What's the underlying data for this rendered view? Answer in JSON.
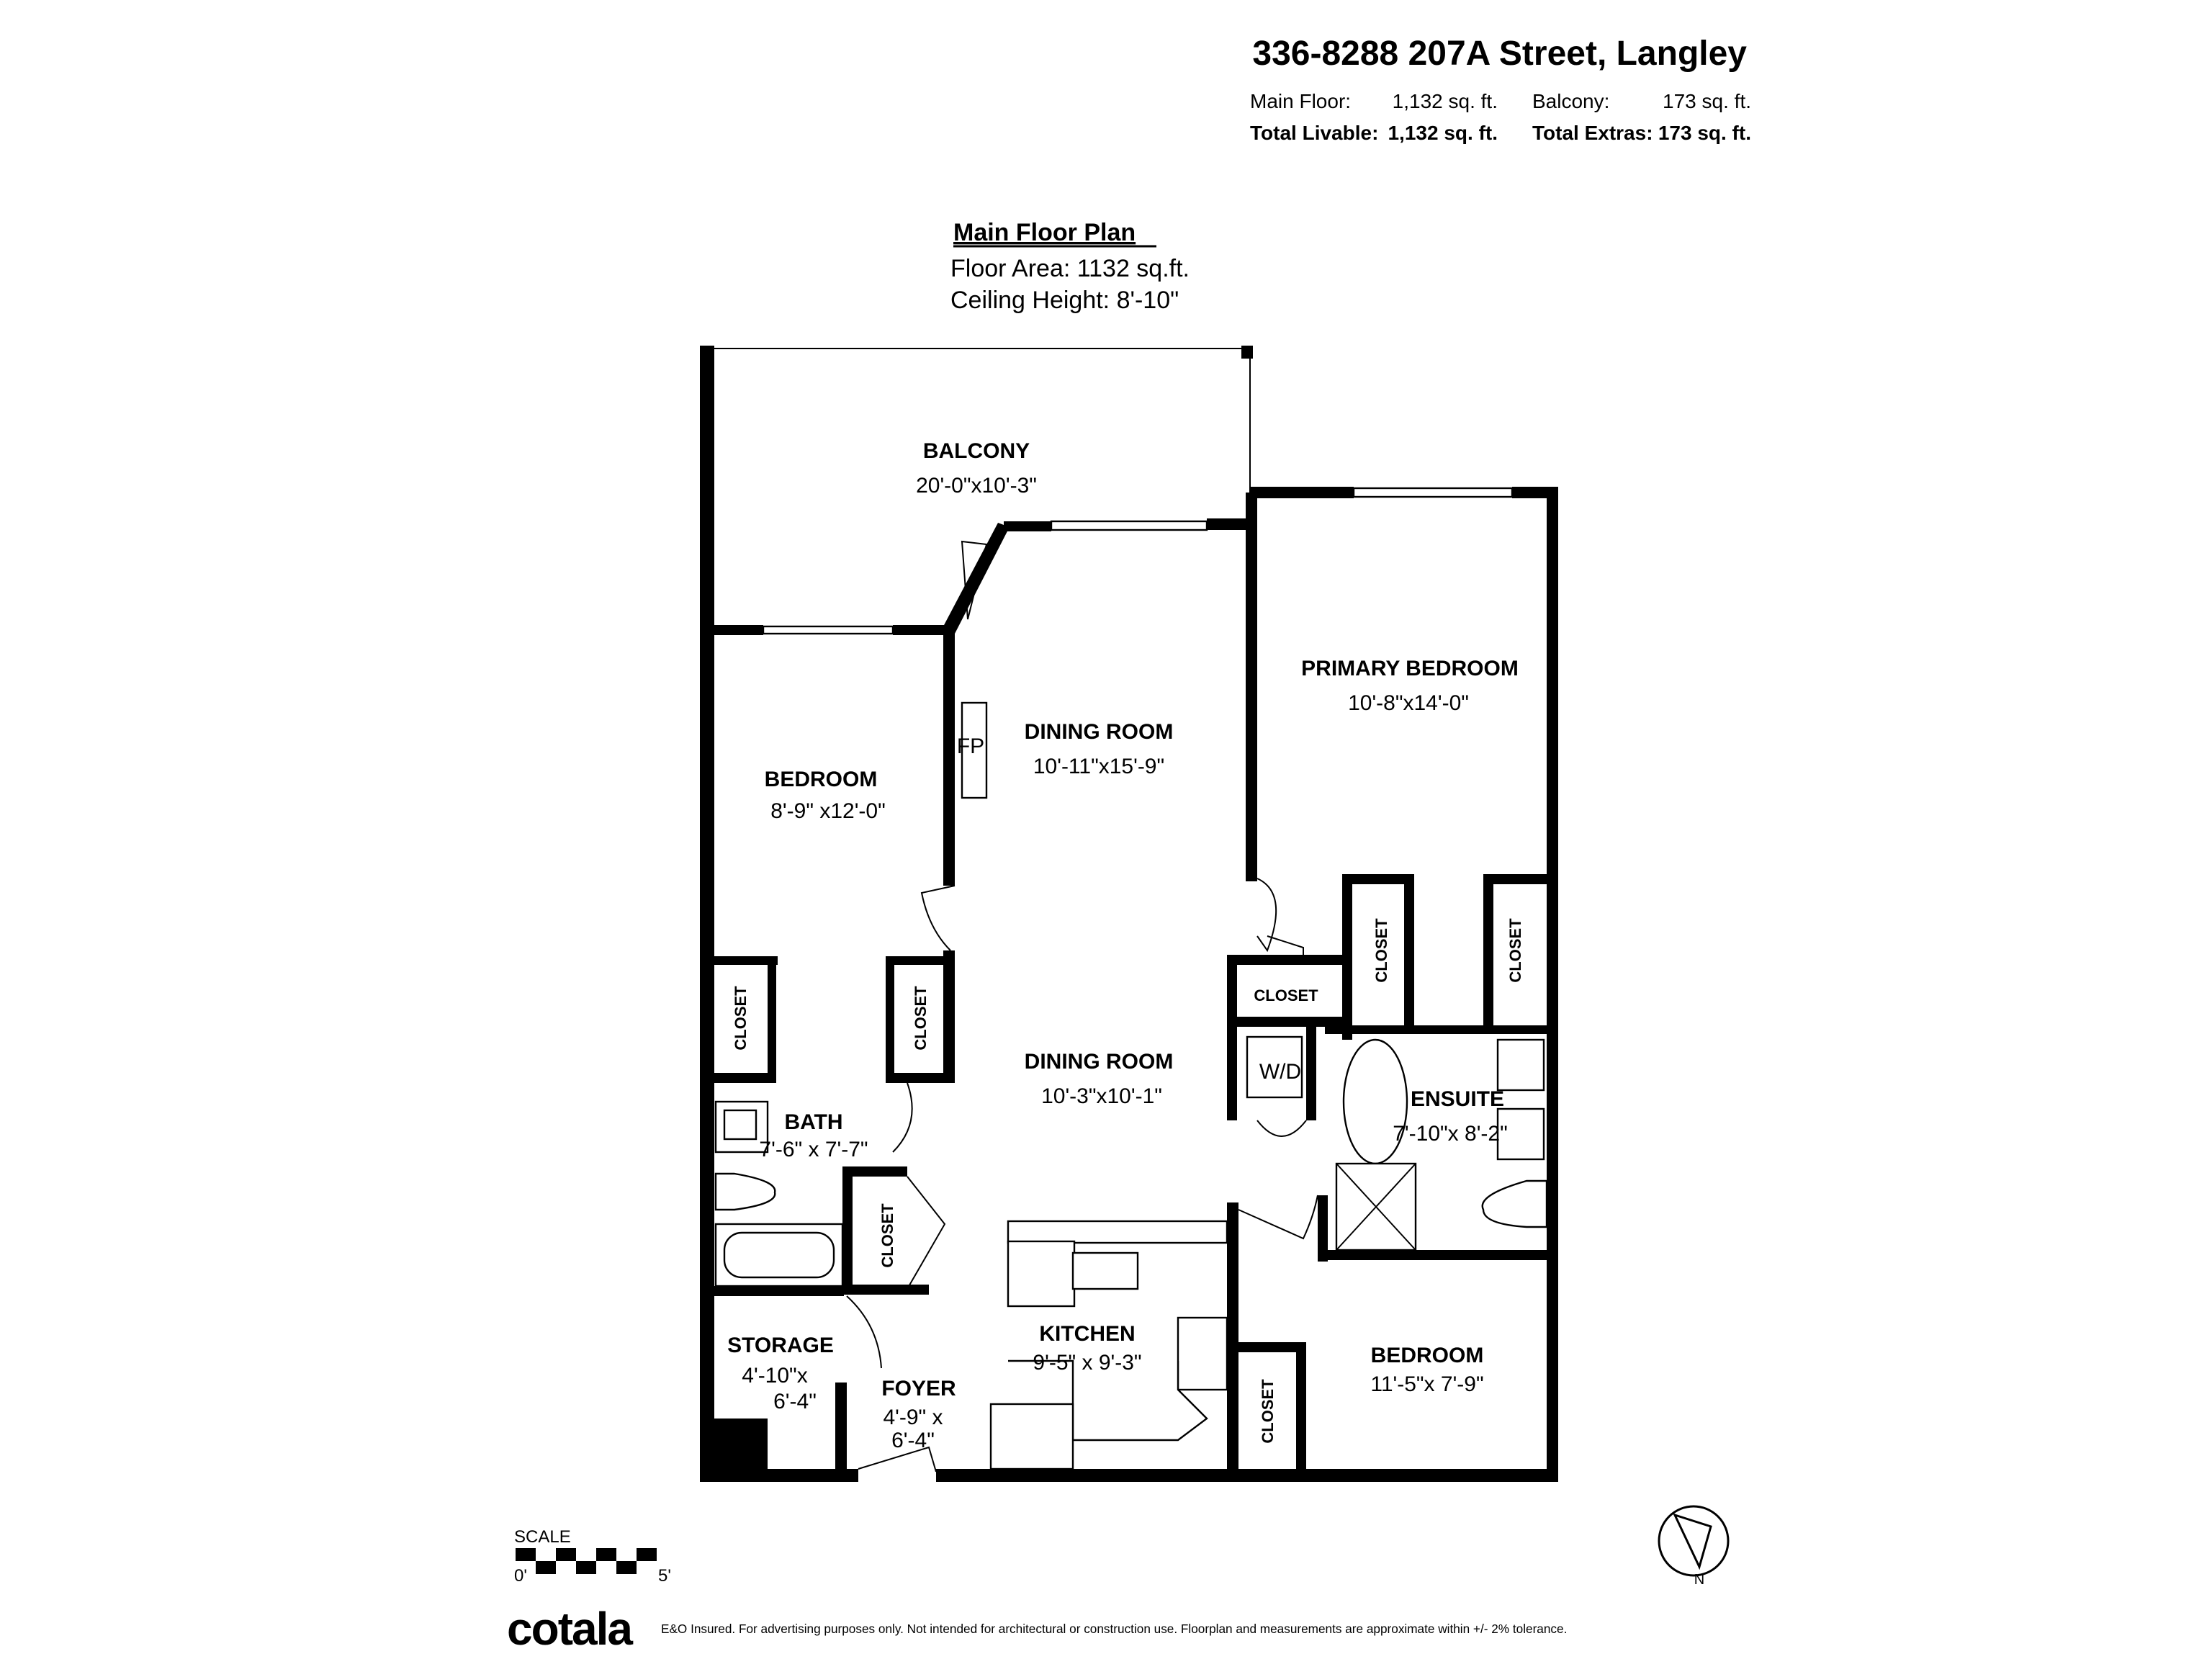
{
  "header": {
    "address": "336-8288 207A Street, Langley",
    "main_floor_label": "Main Floor:",
    "main_floor_value": "1,132 sq. ft.",
    "balcony_label": "Balcony:",
    "balcony_value": "173 sq. ft.",
    "total_livable_label": "Total Livable:",
    "total_livable_value": "1,132 sq. ft.",
    "total_extras_label": "Total Extras:",
    "total_extras_value": "173 sq. ft."
  },
  "plan": {
    "title": "Main Floor Plan",
    "floor_area": "Floor Area: 1132 sq.ft.",
    "ceiling_height": "Ceiling Height: 8'-10\""
  },
  "rooms": {
    "balcony": {
      "name": "BALCONY",
      "dims": "20'-0\"x10'-3\""
    },
    "dining1": {
      "name": "DINING ROOM",
      "dims": "10'-11\"x15'-9\""
    },
    "dining2": {
      "name": "DINING ROOM",
      "dims": "10'-3\"x10'-1\""
    },
    "primary": {
      "name": "PRIMARY BEDROOM",
      "dims": "10'-8\"x14'-0\""
    },
    "bedroom1": {
      "name": "BEDROOM",
      "dims": "8'-9\" x12'-0\""
    },
    "bedroom2": {
      "name": "BEDROOM",
      "dims": "11'-5\"x 7'-9\""
    },
    "bath": {
      "name": "BATH",
      "dims": "7'-6\" x 7'-7\""
    },
    "ensuite": {
      "name": "ENSUITE",
      "dims": "7'-10\"x 8'-2\""
    },
    "kitchen": {
      "name": "KITCHEN",
      "dims": "9'-5\" x 9'-3\""
    },
    "storage": {
      "name": "STORAGE",
      "dims1": "4'-10\"x",
      "dims2": "6'-4\""
    },
    "foyer": {
      "name": "FOYER",
      "dims1": "4'-9\" x",
      "dims2": "6'-4\""
    },
    "closet": "CLOSET",
    "wd": "W/D",
    "fp": "FP"
  },
  "scale": {
    "label": "SCALE",
    "start": "0'",
    "end": "5'"
  },
  "compass": {
    "north": "N"
  },
  "footer": {
    "logo": "cotala",
    "disclaimer": "E&O Insured. For advertising purposes only. Not intended for architectural or construction use. Floorplan and measurements are approximate within +/- 2% tolerance."
  }
}
